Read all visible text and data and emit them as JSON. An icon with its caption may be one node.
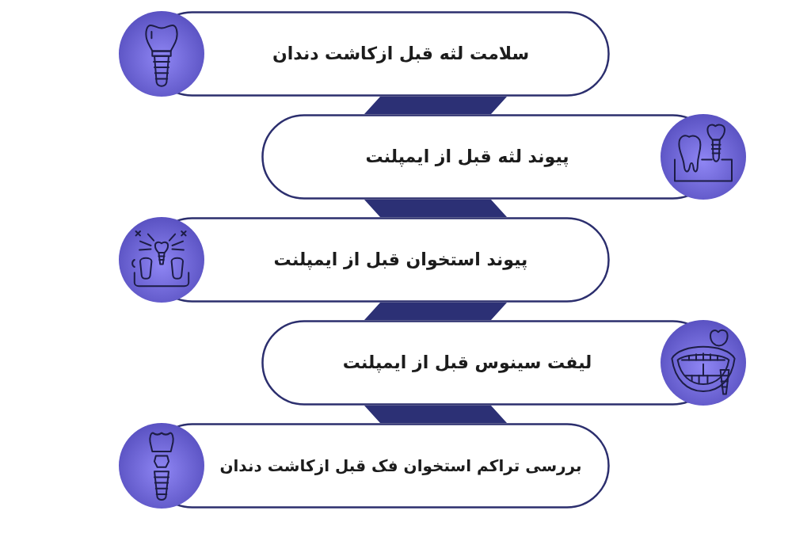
{
  "diagram": {
    "nodes": [
      {
        "text": [
          "سلامت لثه قبل ازکاشت دندان"
        ]
      },
      {
        "text": [
          "پیوند لثه قبل از ایمپلنت"
        ]
      },
      {
        "text": [
          "پیوند استخوان قبل از ایمپلنت"
        ]
      },
      {
        "text": [
          "لیفت سینوس قبل از ایمپلنت"
        ]
      },
      {
        "text": [
          "بررسی تراکم استخوان فک قبل ازکاشت دندان"
        ]
      }
    ],
    "edges": [
      {
        "from": 0,
        "to": 1,
        "arrow": "none"
      },
      {
        "from": 1,
        "to": 2,
        "arrow": "none"
      },
      {
        "from": 2,
        "to": 3,
        "arrow": "none"
      },
      {
        "from": 3,
        "to": 4,
        "arrow": "none"
      }
    ]
  }
}
